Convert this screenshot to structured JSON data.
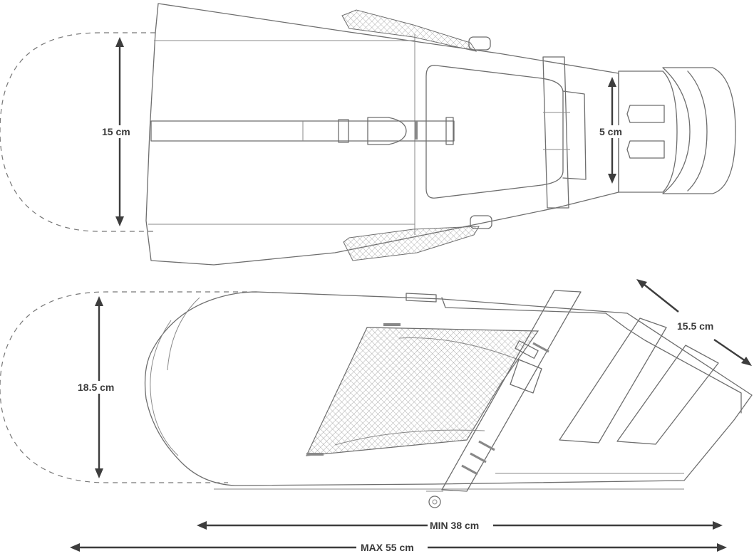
{
  "dimensions": {
    "top_height": "15 cm",
    "opening": "5 cm",
    "side_height": "18.5 cm",
    "roll_top": "15.5 cm",
    "min_length": "MIN 38 cm",
    "max_length": "MAX 55 cm"
  },
  "colors": {
    "line": "#6e6e6e",
    "arrow": "#3d3d3d",
    "mesh": "#9a9a9a"
  }
}
